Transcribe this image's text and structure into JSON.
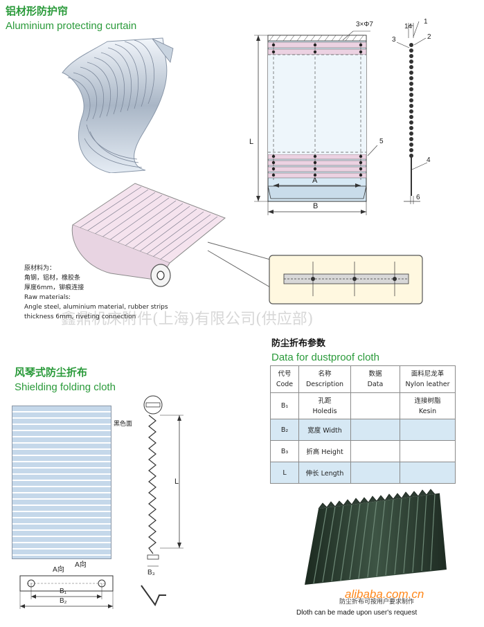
{
  "section1": {
    "title_cn": "铝材形防护帘",
    "title_en": "Aluminium protecting curtain",
    "raw_cn_1": "原材料为：",
    "raw_cn_2": "角钢，铝材，橡胶条",
    "raw_cn_3": "厚度6mm，铆痕连接",
    "raw_en_1": "Raw materials:",
    "raw_en_2": "Angle steel, aluminium material, rubber strips",
    "raw_en_3": "thickness 6mm, riveting connection"
  },
  "drawing1": {
    "hole_label": "3×Φ7",
    "width_14": "14",
    "callout_1": "1",
    "callout_2": "2",
    "callout_3": "3",
    "callout_4": "4",
    "callout_5": "5",
    "dim_L": "L",
    "dim_A": "A",
    "dim_B": "B",
    "dim_6": "6"
  },
  "watermark": "鑫鼎机床附件(上海)有限公司(供应部)",
  "section2": {
    "title_cn": "风琴式防尘折布",
    "title_en": "Shielding folding cloth",
    "black_side": "黑色面",
    "dim_L": "L",
    "a_view": "A向",
    "a_view_arrow": "A向",
    "b1": "B₁",
    "b2": "B₂",
    "b3": "B₃"
  },
  "table": {
    "title_cn": "防尘折布参数",
    "title_en": "Data for dustproof cloth",
    "headers": [
      {
        "cn": "代号",
        "en": "Code"
      },
      {
        "cn": "名称",
        "en": "Description"
      },
      {
        "cn": "数据",
        "en": "Data"
      },
      {
        "cn": "面料尼龙革",
        "en": "Nylon leather"
      }
    ],
    "rows": [
      {
        "code": "B₁",
        "desc_cn": "孔距",
        "desc_en": "Holedis",
        "data": "",
        "material_cn": "连接树脂",
        "material_en": "Kesin"
      },
      {
        "code": "B₂",
        "desc": "宽度  Width",
        "data": "",
        "material": ""
      },
      {
        "code": "B₃",
        "desc": "折高  Height",
        "data": "",
        "material": ""
      },
      {
        "code": "L",
        "desc": "伸长  Length",
        "data": "",
        "material": ""
      }
    ]
  },
  "photo": {
    "caption_cn": "防尘折布可按用户要求制作",
    "caption_en": "Dloth can be made upon user's request",
    "site_mark": "alibaba.com.cn"
  },
  "colors": {
    "title_green": "#2a9a3a",
    "panel_blue": "#d6e8f4",
    "strip_pink": "#e6c8dc",
    "alibaba_orange": "#ff7a00"
  }
}
